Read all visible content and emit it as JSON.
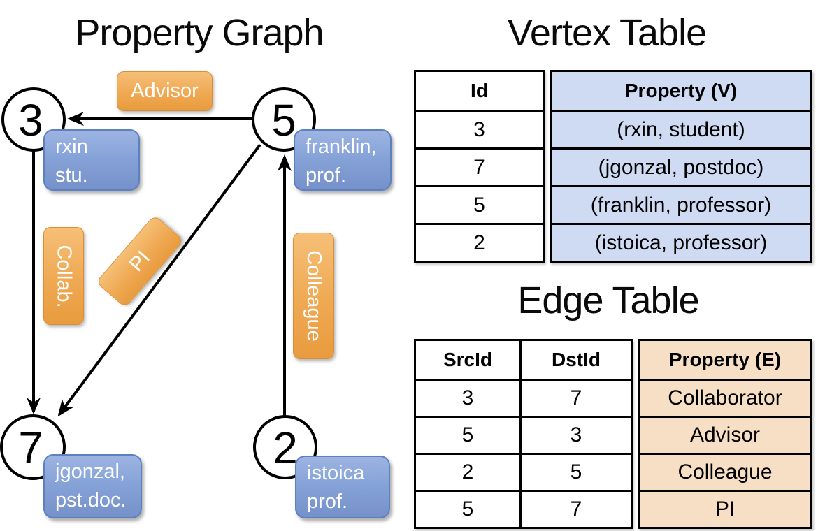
{
  "graph": {
    "title": "Property Graph",
    "vertices": [
      {
        "id": "3",
        "label_lines": [
          "rxin",
          "stu."
        ]
      },
      {
        "id": "5",
        "label_lines": [
          "franklin,",
          "prof."
        ]
      },
      {
        "id": "7",
        "label_lines": [
          "jgonzal,",
          "pst.doc."
        ]
      },
      {
        "id": "2",
        "label_lines": [
          "istoica",
          "prof."
        ]
      }
    ],
    "edges": [
      {
        "src": "5",
        "dst": "3",
        "label": "Advisor"
      },
      {
        "src": "3",
        "dst": "7",
        "label": "Collab."
      },
      {
        "src": "5",
        "dst": "7",
        "label": "PI"
      },
      {
        "src": "2",
        "dst": "5",
        "label": "Colleague"
      }
    ]
  },
  "vertex_table": {
    "title": "Vertex Table",
    "columns": [
      "Id",
      "Property (V)"
    ],
    "rows": [
      [
        "3",
        "(rxin, student)"
      ],
      [
        "7",
        "(jgonzal, postdoc)"
      ],
      [
        "5",
        "(franklin, professor)"
      ],
      [
        "2",
        "(istoica, professor)"
      ]
    ]
  },
  "edge_table": {
    "title": "Edge Table",
    "columns": [
      "SrcId",
      "DstId",
      "Property (E)"
    ],
    "rows": [
      [
        "3",
        "7",
        "Collaborator"
      ],
      [
        "5",
        "3",
        "Advisor"
      ],
      [
        "2",
        "5",
        "Colleague"
      ],
      [
        "5",
        "7",
        "PI"
      ]
    ]
  },
  "colors": {
    "edge_label_orange": "#efa953",
    "vertex_label_blue": "#86a3d8",
    "vertex_property_cell": "#cedbf2",
    "edge_property_cell": "#f6dfc4",
    "line_black": "#000000"
  }
}
